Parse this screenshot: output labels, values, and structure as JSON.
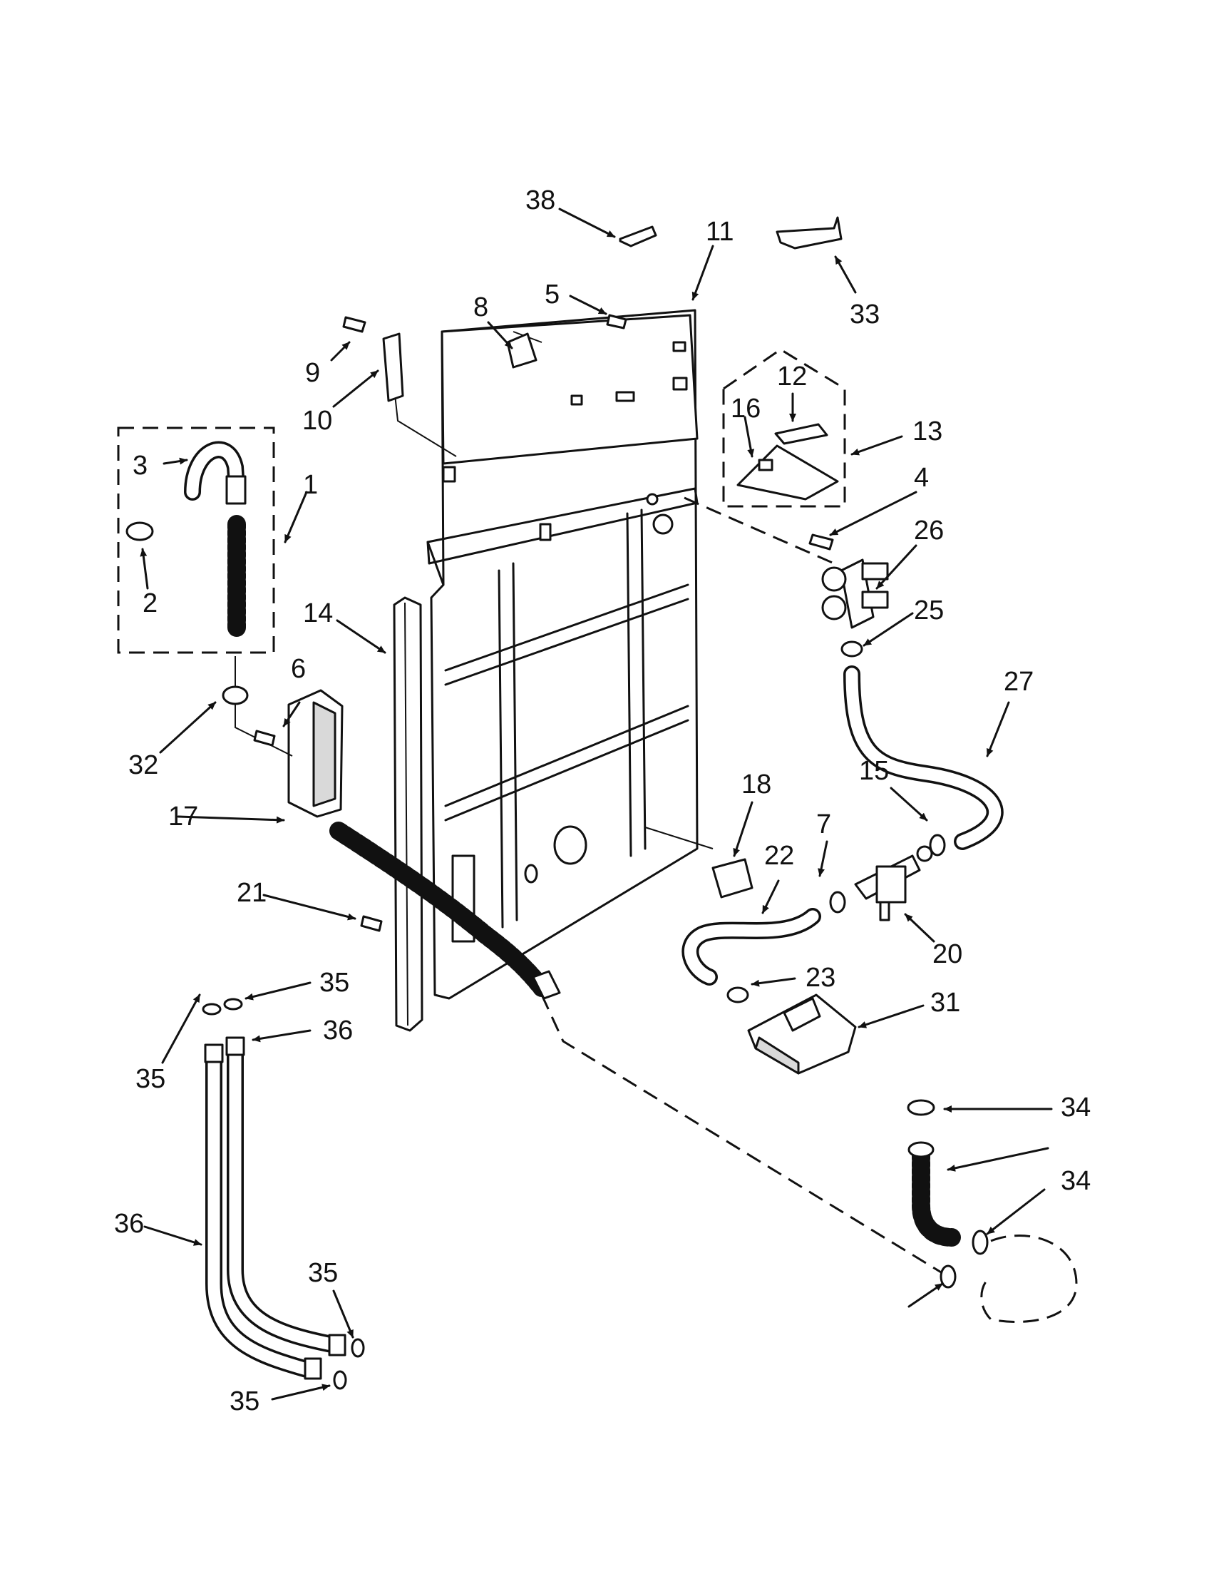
{
  "callouts": [
    "38",
    "11",
    "5",
    "8",
    "9",
    "10",
    "33",
    "12",
    "16",
    "13",
    "4",
    "26",
    "25",
    "3",
    "1",
    "2",
    "14",
    "32",
    "6",
    "27",
    "15",
    "17",
    "18",
    "7",
    "22",
    "21",
    "20",
    "23",
    "31",
    "35",
    "36",
    "34"
  ]
}
